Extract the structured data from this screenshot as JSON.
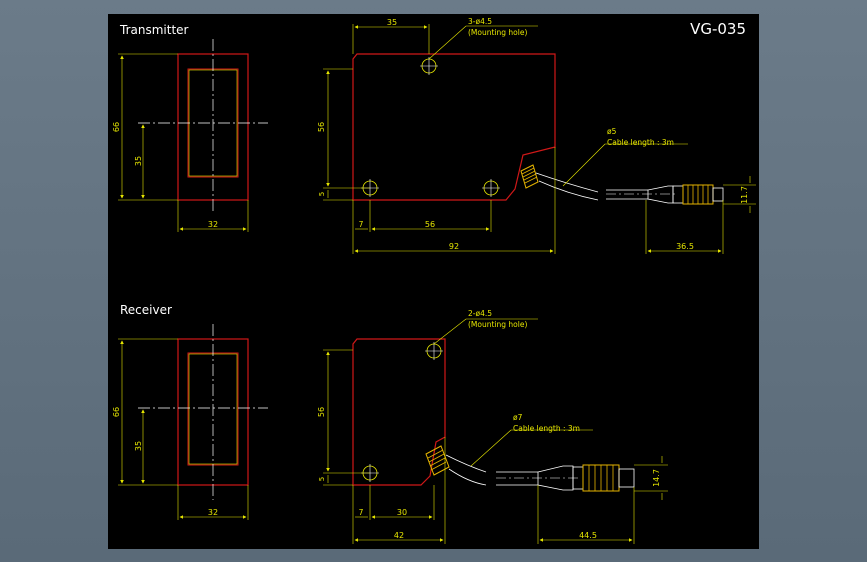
{
  "drawing": {
    "model": "VG-035",
    "colors": {
      "background": "#000000",
      "outline": "#d01818",
      "dimension": "#e6e600",
      "centerline": "#ffffff",
      "hatch": "#e6b400",
      "frame": "#5d6d7b"
    },
    "transmitter": {
      "title": "Transmitter",
      "front": {
        "height": "66",
        "center_height": "35",
        "width": "32"
      },
      "side": {
        "top_offset": "35",
        "height": "56",
        "hole_offset": "5",
        "hole_left": "7",
        "hole_spacing": "56",
        "length": "92",
        "hole_note_1": "3-ø4.5",
        "hole_note_2": "(Mounting hole)",
        "cable_note_1": "ø5",
        "cable_note_2": "Cable length : 3m",
        "connector_length": "36.5",
        "connector_dia": "11.7"
      }
    },
    "receiver": {
      "title": "Receiver",
      "front": {
        "height": "66",
        "center_height": "35",
        "width": "32"
      },
      "side": {
        "height": "56",
        "hole_offset": "5",
        "hole_left": "7",
        "hole_spacing": "30",
        "length": "42",
        "hole_note_1": "2-ø4.5",
        "hole_note_2": "(Mounting hole)",
        "cable_note_1": "ø7",
        "cable_note_2": "Cable length : 3m",
        "connector_length": "44.5",
        "connector_dia": "14.7"
      }
    }
  }
}
